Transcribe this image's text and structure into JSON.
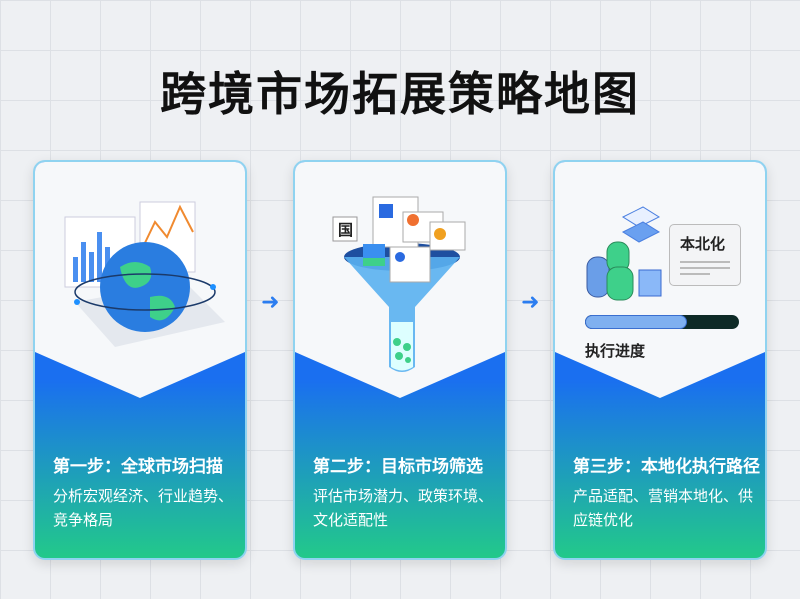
{
  "title": "跨境市场拓展策略地图",
  "steps": [
    {
      "heading": "第一步：全球市场扫描",
      "description": "分析宏观经济、行业趋势、竞争格局"
    },
    {
      "heading": "第二步：目标市场筛选",
      "description": "评估市场潜力、政策环境、文化适配性",
      "flag_label": "国"
    },
    {
      "heading": "第三步：本地化执行路径",
      "description": "产品适配、营销本地化、供应链优化",
      "card_label": "本北化",
      "progress_label": "执行进度",
      "progress_percent": 66
    }
  ],
  "colors": {
    "blue": "#1a6ff0",
    "green": "#22c98a",
    "arrow": "#2b7df0"
  }
}
